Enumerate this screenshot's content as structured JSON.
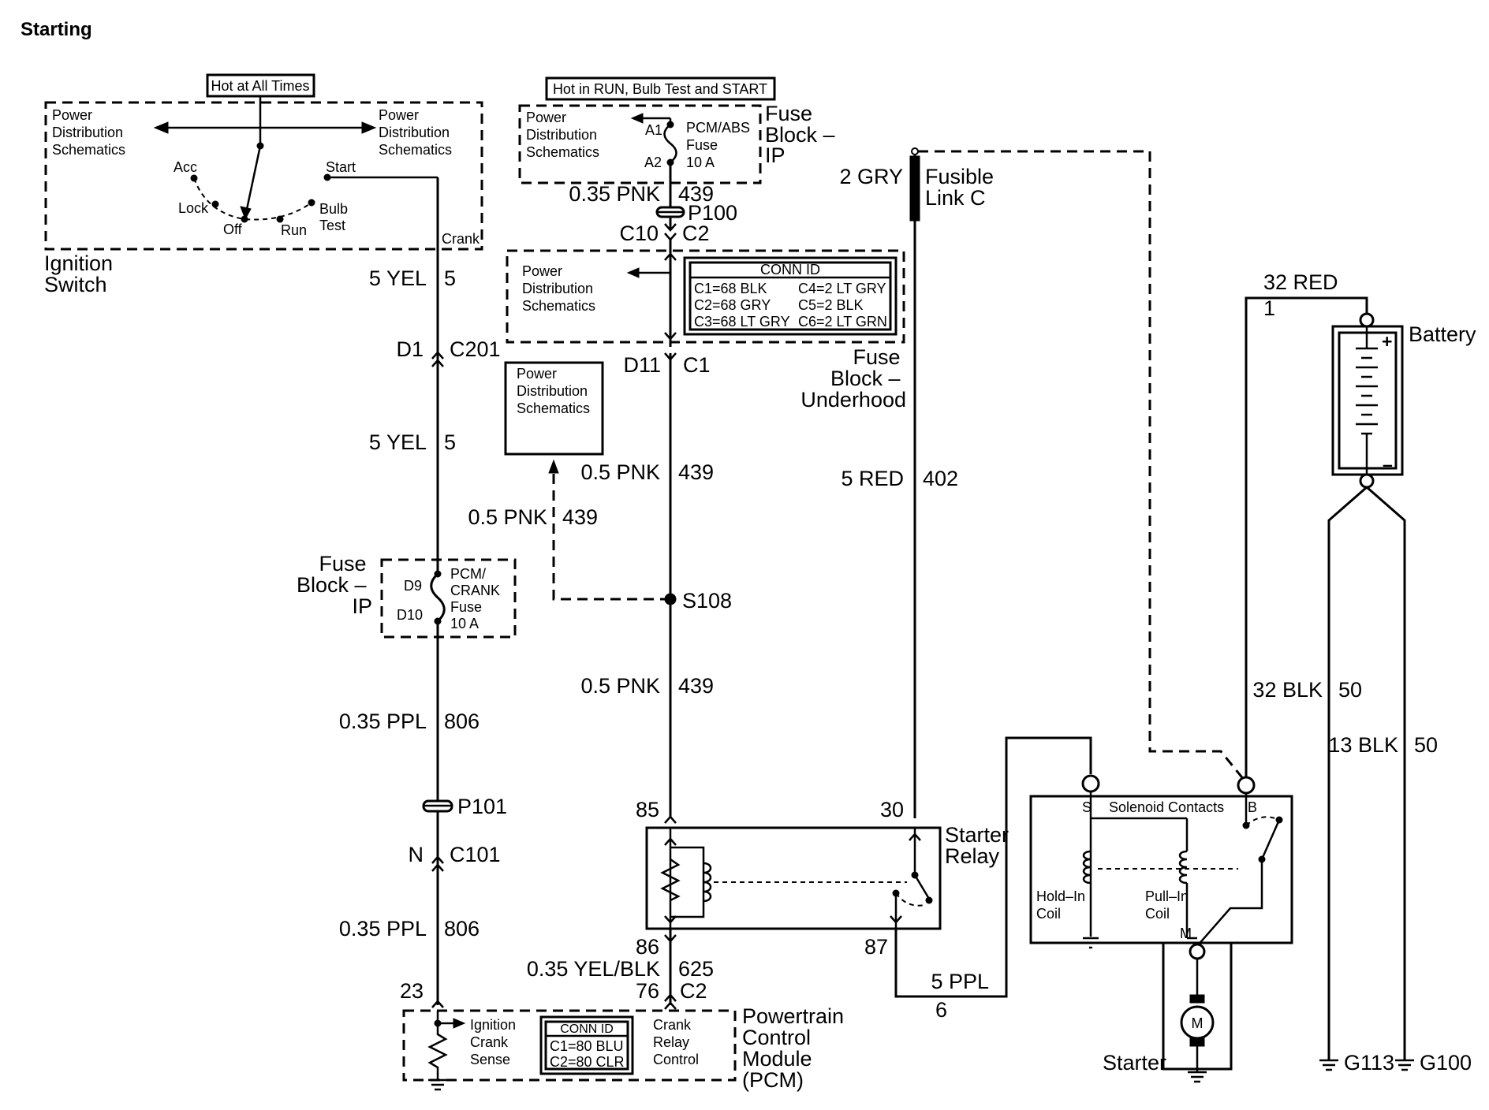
{
  "title": "Starting",
  "ignition_switch": {
    "header": "Hot at All Times",
    "left_ref": [
      "Power",
      "Distribution",
      "Schematics"
    ],
    "right_ref": [
      "Power",
      "Distribution",
      "Schematics"
    ],
    "positions": {
      "acc": "Acc",
      "lock": "Lock",
      "off": "Off",
      "run": "Run",
      "start": "Start",
      "bulb": "Bulb",
      "test": "Test"
    },
    "crank": "Crank",
    "label": [
      "Ignition",
      "Switch"
    ]
  },
  "fuse_block_ip_top": {
    "header": "Hot in RUN, Bulb Test and START",
    "pd_ref": [
      "Power",
      "Distribution",
      "Schematics"
    ],
    "a1": "A1",
    "a2": "A2",
    "fuse": [
      "PCM/ABS",
      "Fuse",
      "10 A"
    ],
    "label": [
      "Fuse",
      "Block –",
      "IP"
    ]
  },
  "fuse_block_underhood": {
    "pd_ref": [
      "Power",
      "Distribution",
      "Schematics"
    ],
    "conn_title": "CONN ID",
    "conn_rows": [
      [
        "C1=68 BLK",
        "C4=2 LT GRY"
      ],
      [
        "C2=68 GRY",
        "C5=2 BLK"
      ],
      [
        "C3=68 LT GRY",
        "C6=2 LT GRN"
      ]
    ],
    "label": [
      "Fuse",
      "Block –",
      "Underhood"
    ]
  },
  "pd_box": [
    "Power",
    "Distribution",
    "Schematics"
  ],
  "fuse_block_ip_lower": {
    "d9": "D9",
    "d10": "D10",
    "fuse": [
      "PCM/",
      "CRANK",
      "Fuse",
      "10 A"
    ],
    "label": [
      "Fuse",
      "Block –",
      "IP"
    ]
  },
  "fusible_link": {
    "wire": "2 GRY",
    "label": [
      "Fusible",
      "Link C"
    ]
  },
  "wires": {
    "yel1": {
      "size": "5 YEL",
      "circuit": "5"
    },
    "yel2": {
      "size": "5 YEL",
      "circuit": "5"
    },
    "ppl1": {
      "size": "0.35 PPL",
      "circuit": "806"
    },
    "ppl2": {
      "size": "0.35 PPL",
      "circuit": "806"
    },
    "pnk_top": {
      "size": "0.35 PNK",
      "circuit": "439"
    },
    "pnk1": {
      "size": "0.5 PNK",
      "circuit": "439"
    },
    "pnk_branch": {
      "size": "0.5 PNK",
      "circuit": "439"
    },
    "pnk2": {
      "size": "0.5 PNK",
      "circuit": "439"
    },
    "red": {
      "size": "5 RED",
      "circuit": "402"
    },
    "yelblk": {
      "size": "0.35 YEL/BLK",
      "circuit": "625"
    },
    "ppl5": {
      "size": "5 PPL",
      "circuit": "6"
    },
    "red32": {
      "size": "32 RED",
      "circuit": "1"
    },
    "blk32": {
      "size": "32 BLK",
      "circuit": "50"
    },
    "blk13": {
      "size": "13 BLK",
      "circuit": "50"
    }
  },
  "connectors": {
    "p100": "P100",
    "c10": "C10",
    "c2_top": "C2",
    "d1": "D1",
    "c201": "C201",
    "d11": "D11",
    "c1": "C1",
    "s108": "S108",
    "p101": "P101",
    "n": "N",
    "c101": "C101",
    "pin23": "23",
    "pin76": "76",
    "c2_pcm": "C2"
  },
  "starter_relay": {
    "label": [
      "Starter",
      "Relay"
    ],
    "pin85": "85",
    "pin86": "86",
    "pin30": "30",
    "pin87": "87"
  },
  "pcm": {
    "ign": [
      "Ignition",
      "Crank",
      "Sense"
    ],
    "conn_title": "CONN ID",
    "conn_rows": [
      "C1=80 BLU",
      "C2=80 CLR"
    ],
    "crank": [
      "Crank",
      "Relay",
      "Control"
    ],
    "label": [
      "Powertrain",
      "Control",
      "Module",
      "(PCM)"
    ]
  },
  "solenoid": {
    "title": "Solenoid Contacts",
    "s": "S",
    "b": "B",
    "m": "M",
    "hold": [
      "Hold–In",
      "Coil"
    ],
    "pull": [
      "Pull–In",
      "Coil"
    ]
  },
  "motor": "M",
  "starter": "Starter",
  "battery": {
    "label": "Battery",
    "plus": "+",
    "minus": "–"
  },
  "grounds": {
    "g113": "G113",
    "g100": "G100"
  }
}
